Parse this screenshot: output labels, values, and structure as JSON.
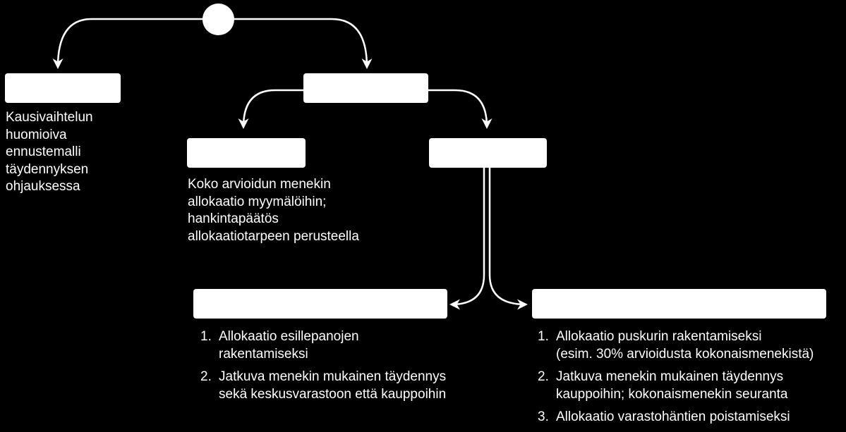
{
  "nodes": {
    "left_desc": [
      "Kausivaihtelun",
      "huomioiva",
      "ennustemalli",
      "täydennyksen",
      "ohjauksessa"
    ],
    "mid_desc": [
      "Koko arvioidun menekin",
      "allokaatio myymälöihin;",
      "hankintapäätös",
      "allokaatiotarpeen perusteella"
    ]
  },
  "lists": {
    "left": [
      {
        "num": "1.",
        "lines": [
          "Allokaatio esillepanojen",
          "rakentamiseksi"
        ]
      },
      {
        "num": "2.",
        "lines": [
          "Jatkuva menekin mukainen täydennys",
          "sekä keskusvarastoon että kauppoihin"
        ]
      }
    ],
    "right": [
      {
        "num": "1.",
        "lines": [
          "Allokaatio puskurin rakentamiseksi",
          "(esim. 30% arvioidusta kokonaismenekistä)"
        ]
      },
      {
        "num": "2.",
        "lines": [
          "Jatkuva menekin mukainen täydennys",
          "kauppoihin; kokonaismenekin seuranta"
        ]
      },
      {
        "num": "3.",
        "lines": [
          "Allokaatio varastohäntien poistamiseksi"
        ]
      }
    ]
  }
}
